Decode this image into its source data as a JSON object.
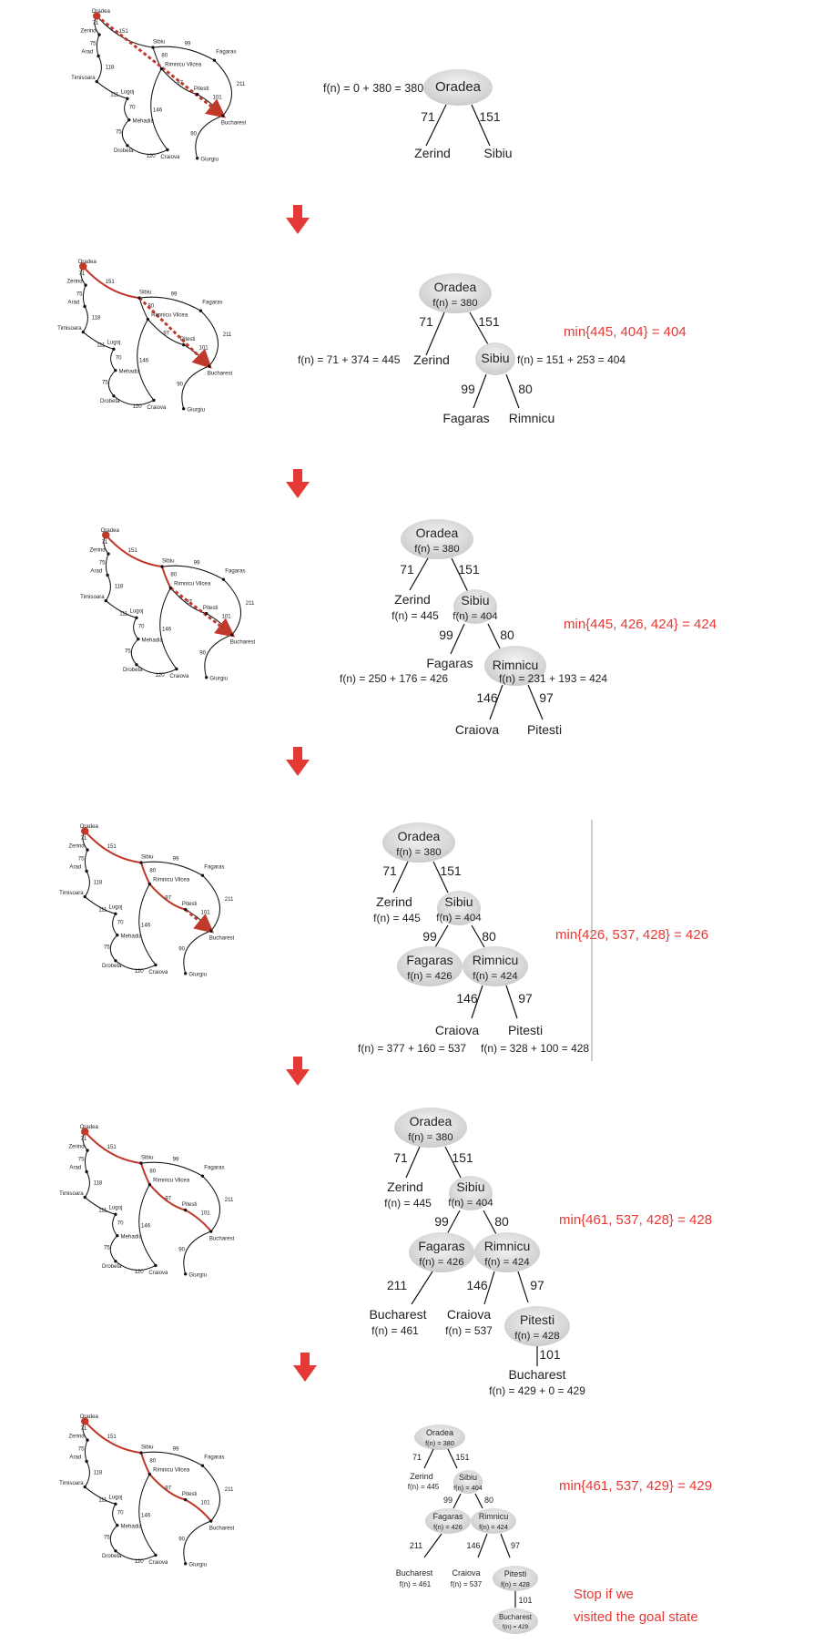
{
  "map": {
    "cities": {
      "oradea": "Oradea",
      "zerind": "Zerind",
      "arad": "Arad",
      "timisoara": "Timisoara",
      "lugoj": "Lugoj",
      "mehadia": "Mehadia",
      "drobeta": "Drobeta",
      "craiova": "Craiova",
      "sibiu": "Sibiu",
      "rimnicu": "Rimnicu Vilcea",
      "fagaras": "Fagaras",
      "pitesti": "Pitesti",
      "bucharest": "Bucharest",
      "giurgiu": "Giurgiu"
    },
    "road_costs": {
      "oz": "71",
      "os": "151",
      "za": "75",
      "at": "118",
      "tl": "111",
      "lm": "70",
      "md": "75",
      "dc": "120",
      "sf": "99",
      "sr": "80",
      "rp": "97",
      "rc": "146",
      "pb": "101",
      "fb": "211",
      "bg": "90"
    }
  },
  "steps": [
    {
      "f_texts": [
        "f(n) = 0 + 380 = 380"
      ],
      "min_text": ""
    },
    {
      "f_texts": [
        "f(n) = 71 + 374 = 445",
        "f(n) = 151 + 253 = 404"
      ],
      "min_text": "min{445, 404} = 404"
    },
    {
      "f_texts": [
        "f(n) = 250 + 176 = 426",
        "f(n) = 231 + 193 = 424"
      ],
      "min_text": "min{445, 426, 424} = 424"
    },
    {
      "f_texts": [
        "f(n) = 377 + 160 = 537",
        "f(n) = 328 + 100 = 428"
      ],
      "min_text": "min{426,  537,  428} = 426"
    },
    {
      "f_texts": [
        "f(n) = 429 + 0 = 429"
      ],
      "min_text": "min{461,  537,  428} = 428"
    },
    {
      "f_texts": [],
      "min_text": "min{461,  537,  429} = 429"
    }
  ],
  "tree_labels": {
    "oradea": "Oradea",
    "zerind": "Zerind",
    "sibiu": "Sibiu",
    "fagaras": "Fagaras",
    "rimnicu": "Rimnicu",
    "craiova": "Craiova",
    "pitesti": "Pitesti",
    "bucharest": "Bucharest",
    "f_oradea": "f(n) = 380",
    "f_zerind": "f(n) = 445",
    "f_sibiu": "f(n) = 404",
    "f_fagaras": "f(n) = 426",
    "f_rimnicu": "f(n) = 424",
    "f_bucharest_f": "f(n) = 461",
    "f_craiova": "f(n) = 537",
    "f_pitesti": "f(n) = 428",
    "f_bucharest_p": "f(n) = 429"
  },
  "stop_text": [
    "Stop if we",
    "visited the goal state"
  ],
  "colors": {
    "path": "#c0392b",
    "dotted": "#c0392b",
    "min_text": "#e53935",
    "arrow": "#e53935",
    "node_fill": "#d9d9d9"
  }
}
